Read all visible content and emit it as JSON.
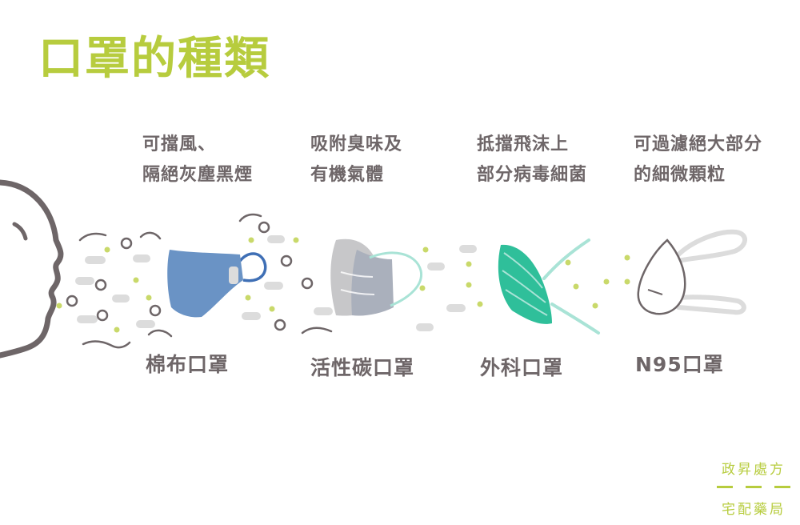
{
  "title": "口罩的種類",
  "masks": [
    {
      "desc": [
        "可擋風、",
        "隔絕灰塵黑煙"
      ],
      "name": "棉布口罩"
    },
    {
      "desc": [
        "吸附臭味及",
        "有機氣體"
      ],
      "name": "活性碳口罩"
    },
    {
      "desc": [
        "抵擋飛沫上",
        "部分病毒細菌"
      ],
      "name": "外科口罩"
    },
    {
      "desc": [
        "可過濾絕大部分",
        "的細微顆粒"
      ],
      "name": "N95口罩"
    }
  ],
  "brand": {
    "line1": "政昇處方",
    "line2": "宅配藥局"
  },
  "colors": {
    "accent": "#b7cc3e",
    "text": "#6e6668",
    "cotton_mask": "#6a93c5",
    "carbon_mask": "#aab0bc",
    "surgical_mask": "#2fbf9a",
    "particle_gray": "#dcdcdc",
    "particle_dot": "#c9d96a"
  }
}
